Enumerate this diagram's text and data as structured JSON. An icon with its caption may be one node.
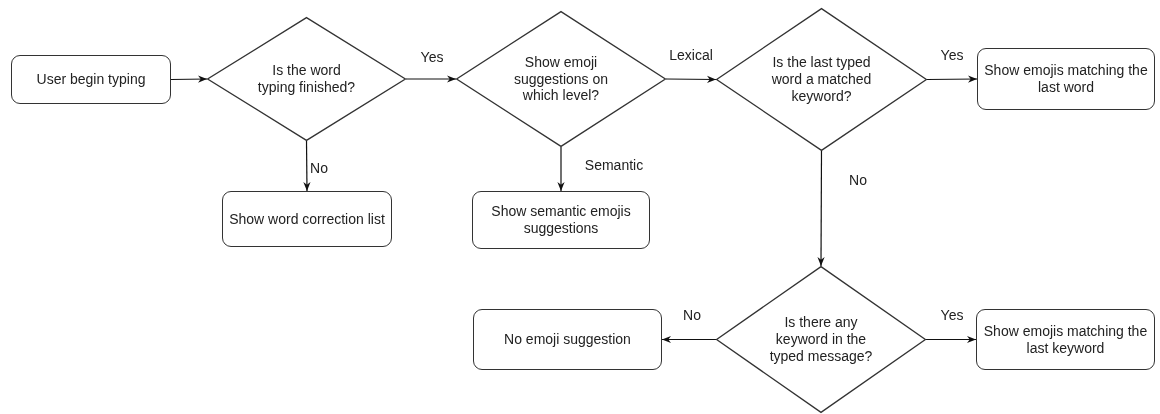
{
  "diagram": {
    "nodes": [
      {
        "text": [
          "User begin typing"
        ]
      },
      {
        "text": [
          "Is the word typing finished?"
        ]
      },
      {
        "text": [
          "Show emoji suggestions on which level?"
        ]
      },
      {
        "text": [
          "Is the last typed word a matched keyword?"
        ]
      },
      {
        "text": [
          "Show emojis matching the last word"
        ]
      },
      {
        "text": [
          "Show word correction list"
        ]
      },
      {
        "text": [
          "Show semantic emojis suggestions"
        ]
      },
      {
        "text": [
          "Is there any keyword in the typed message?"
        ]
      },
      {
        "text": [
          "No emoji suggestion"
        ]
      },
      {
        "text": [
          "Show emojis matching the last keyword"
        ]
      }
    ],
    "edges": [
      {
        "from": 0,
        "to": 1,
        "arrow": "to"
      },
      {
        "from": 1,
        "to": 2,
        "arrow": "to",
        "label": "Yes"
      },
      {
        "from": 1,
        "to": 5,
        "arrow": "to",
        "label": "No"
      },
      {
        "from": 2,
        "to": 3,
        "arrow": "to",
        "label": "Lexical"
      },
      {
        "from": 2,
        "to": 6,
        "arrow": "to",
        "label": "Semantic"
      },
      {
        "from": 3,
        "to": 4,
        "arrow": "to",
        "label": "Yes"
      },
      {
        "from": 3,
        "to": 7,
        "arrow": "to",
        "label": "No"
      },
      {
        "from": 7,
        "to": 8,
        "arrow": "to",
        "label": "No"
      },
      {
        "from": 7,
        "to": 9,
        "arrow": "to",
        "label": "Yes"
      }
    ]
  }
}
